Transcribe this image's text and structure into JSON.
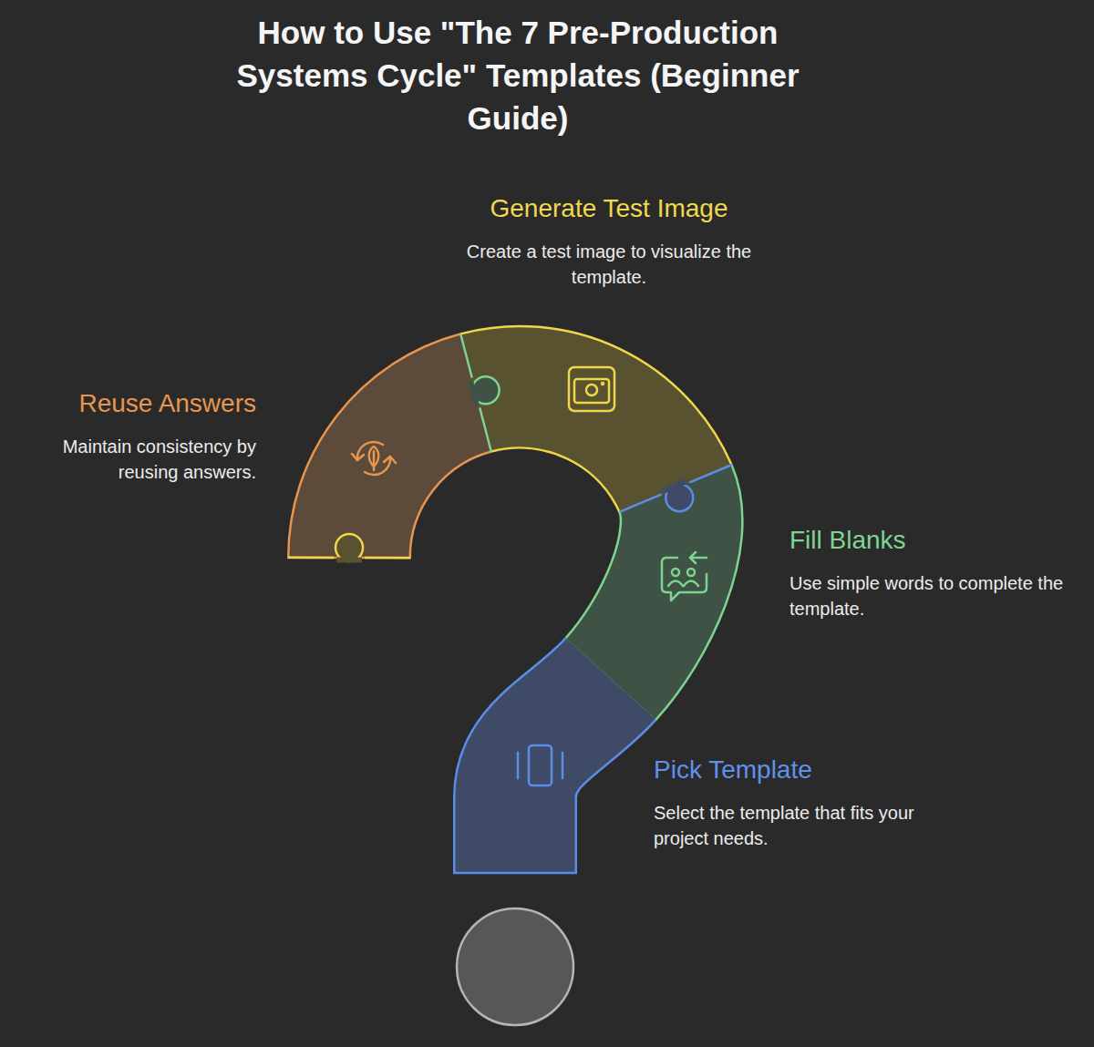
{
  "diagram": {
    "title": "How to Use \"The 7 Pre-Production Systems Cycle\" Templates (Beginner Guide)",
    "nodes": [
      {
        "text": [
          "Generate Test Image",
          "Create a test image to visualize the template."
        ]
      },
      {
        "text": [
          "Reuse Answers",
          "Maintain consistency by reusing answers."
        ]
      },
      {
        "text": [
          "Fill Blanks",
          "Use simple words to complete the template."
        ]
      },
      {
        "text": [
          "Pick Template",
          "Select the template that fits your project needs."
        ]
      }
    ]
  }
}
